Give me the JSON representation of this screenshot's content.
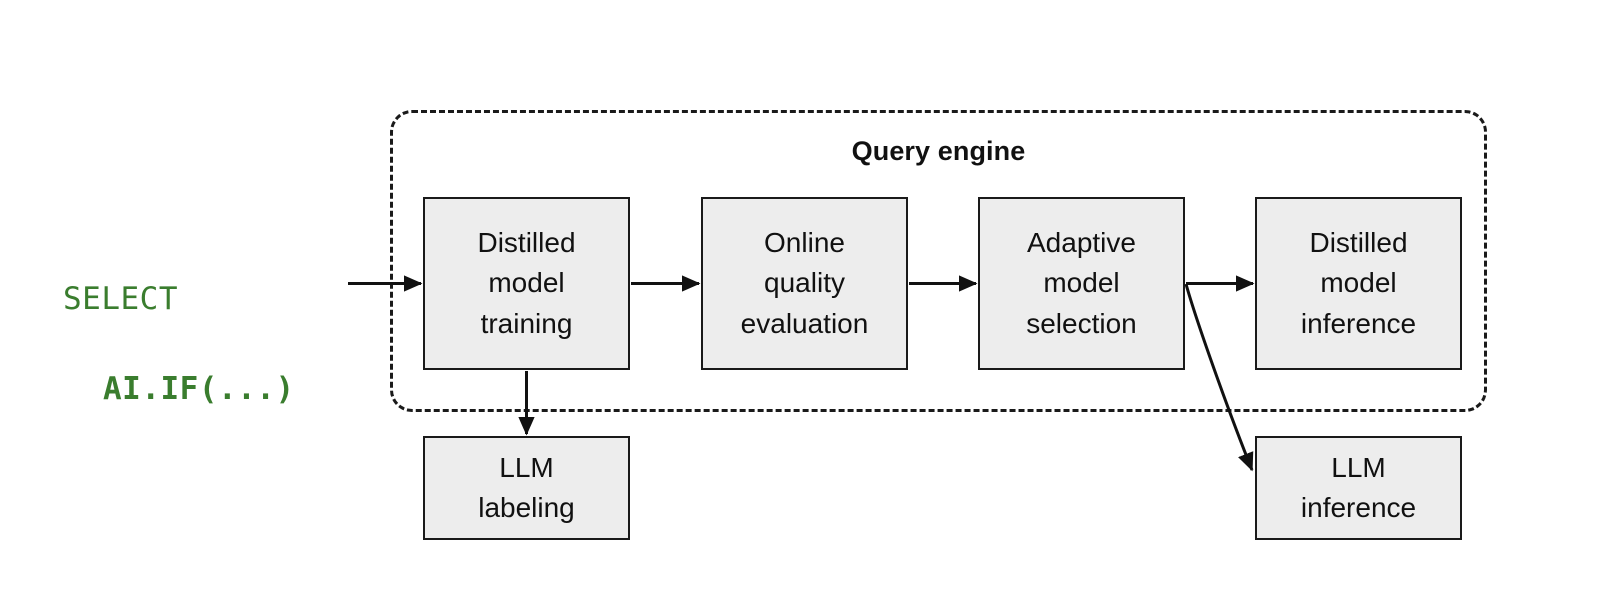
{
  "diagram": {
    "title": "Query engine",
    "query_snippet": {
      "line1": "SELECT",
      "line2": "AI.IF(...)",
      "color": "#3a7d2e"
    },
    "group": {
      "label": "Query engine",
      "style": "dashed-rounded-container",
      "border_color": "#1a1a1a"
    },
    "node_style": {
      "fill": "#ededed",
      "border": "#1a1a1a",
      "text": "#111111"
    },
    "nodes": [
      {
        "id": "distilled-model-training",
        "label": "Distilled\nmodel\ntraining",
        "inside_group": true
      },
      {
        "id": "online-quality-evaluation",
        "label": "Online\nquality\nevaluation",
        "inside_group": true
      },
      {
        "id": "adaptive-model-selection",
        "label": "Adaptive\nmodel\nselection",
        "inside_group": true
      },
      {
        "id": "distilled-model-inference",
        "label": "Distilled\nmodel\ninference",
        "inside_group": true
      },
      {
        "id": "llm-labeling",
        "label": "LLM\nlabeling",
        "inside_group": false
      },
      {
        "id": "llm-inference",
        "label": "LLM\ninference",
        "inside_group": false
      }
    ],
    "edges": [
      {
        "id": "query-to-training",
        "from": "query-snippet",
        "to": "distilled-model-training",
        "shape": "straight"
      },
      {
        "id": "training-to-eval",
        "from": "distilled-model-training",
        "to": "online-quality-evaluation",
        "shape": "straight"
      },
      {
        "id": "eval-to-selection",
        "from": "online-quality-evaluation",
        "to": "adaptive-model-selection",
        "shape": "straight"
      },
      {
        "id": "selection-to-dminf",
        "from": "adaptive-model-selection",
        "to": "distilled-model-inference",
        "shape": "straight"
      },
      {
        "id": "training-to-labeling",
        "from": "distilled-model-training",
        "to": "llm-labeling",
        "shape": "straight"
      },
      {
        "id": "selection-to-llminf",
        "from": "adaptive-model-selection",
        "to": "llm-inference",
        "shape": "curved"
      }
    ]
  }
}
